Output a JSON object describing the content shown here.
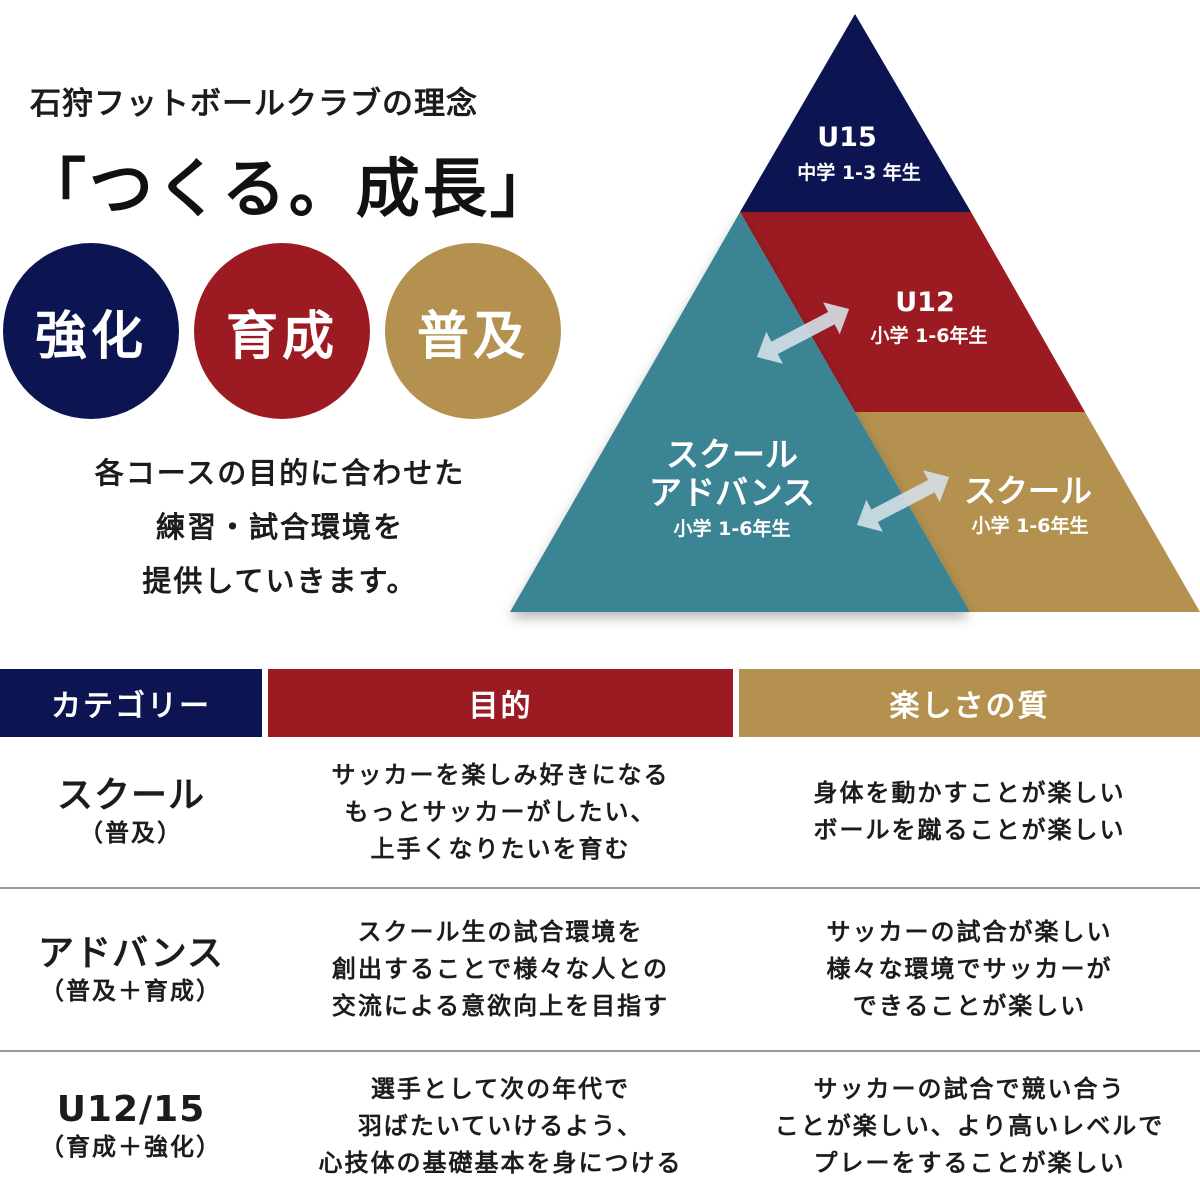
{
  "header": {
    "subtitle": "石狩フットボールクラブの理念",
    "title": "「つくる。成長」"
  },
  "circles": [
    {
      "label": "強化",
      "color": "#0c1551"
    },
    {
      "label": "育成",
      "color": "#9c1b22"
    },
    {
      "label": "普及",
      "color": "#b5914f"
    }
  ],
  "lead": {
    "lines": [
      "各コースの目的に合わせた",
      "練習・試合環境を",
      "提供していきます。"
    ]
  },
  "pyramid": {
    "u15": {
      "title": "U15",
      "sub": "中学 1-3 年生",
      "color": "#0c1551"
    },
    "u12": {
      "title": "U12",
      "sub": "小学 1-6年生",
      "color": "#9c1b22"
    },
    "advance": {
      "title_line1": "スクール",
      "title_line2": "アドバンス",
      "sub": "小学 1-6年生",
      "color": "#3a8494"
    },
    "school": {
      "title": "スクール",
      "sub": "小学 1-6年生",
      "color": "#b5914f"
    }
  },
  "table": {
    "headers": {
      "category": "カテゴリー",
      "goal": "目的",
      "fun": "楽しさの質"
    },
    "rows": [
      {
        "category": "スクール",
        "category_sub": "（普及）",
        "goal": [
          "サッカーを楽しみ好きになる",
          "もっとサッカーがしたい、",
          "上手くなりたいを育む"
        ],
        "fun": [
          "身体を動かすことが楽しい",
          "ボールを蹴ることが楽しい"
        ]
      },
      {
        "category": "アドバンス",
        "category_sub": "（普及＋育成）",
        "goal": [
          "スクール生の試合環境を",
          "創出することで様々な人との",
          "交流による意欲向上を目指す"
        ],
        "fun": [
          "サッカーの試合が楽しい",
          "様々な環境でサッカーが",
          "できることが楽しい"
        ]
      },
      {
        "category": "U12/15",
        "category_sub": "（育成＋強化）",
        "goal": [
          "選手として次の年代で",
          "羽ばたいていけるよう、",
          "心技体の基礎基本を身につける"
        ],
        "fun": [
          "サッカーの試合で競い合う",
          "ことが楽しい、より高いレベルで",
          "プレーをすることが楽しい"
        ]
      }
    ]
  },
  "colors": {
    "navy": "#0c1551",
    "red": "#9c1b22",
    "gold": "#b5914f",
    "teal": "#3a8494"
  }
}
